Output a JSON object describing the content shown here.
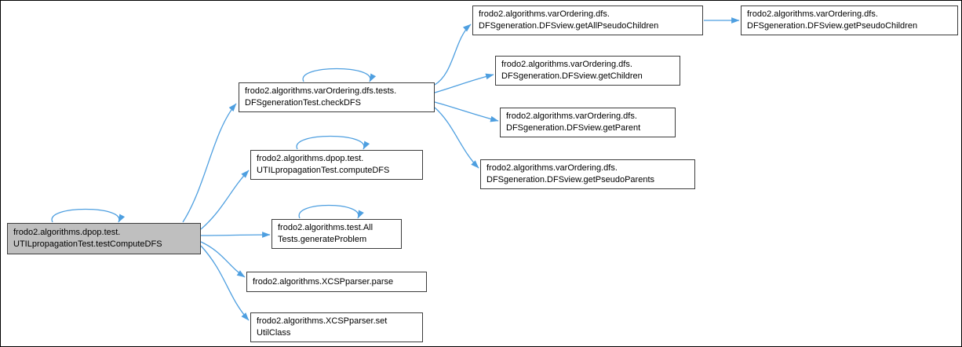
{
  "diagram": {
    "type": "call-graph",
    "colors": {
      "edge": "#4e9fe0",
      "node_bg": "#ffffff",
      "node_border": "#3c3c3c",
      "highlight_bg": "#bfbfbf",
      "background": "#ffffff",
      "frame": "#000000"
    },
    "nodes": [
      {
        "id": "testComputeDFS",
        "label": "frodo2.algorithms.dpop.test.\nUTILpropagationTest.testComputeDFS",
        "highlighted": true
      },
      {
        "id": "checkDFS",
        "label": "frodo2.algorithms.varOrdering.dfs.tests.\nDFSgenerationTest.checkDFS",
        "highlighted": false
      },
      {
        "id": "computeDFS",
        "label": "frodo2.algorithms.dpop.test.\nUTILpropagationTest.computeDFS",
        "highlighted": false
      },
      {
        "id": "generateProblem",
        "label": "frodo2.algorithms.test.All\nTests.generateProblem",
        "highlighted": false
      },
      {
        "id": "parse",
        "label": "frodo2.algorithms.XCSPparser.parse",
        "highlighted": false
      },
      {
        "id": "setUtilClass",
        "label": "frodo2.algorithms.XCSPparser.set\nUtilClass",
        "highlighted": false
      },
      {
        "id": "getAllPseudoChildren",
        "label": "frodo2.algorithms.varOrdering.dfs.\nDFSgeneration.DFSview.getAllPseudoChildren",
        "highlighted": false
      },
      {
        "id": "getPseudoChildren",
        "label": "frodo2.algorithms.varOrdering.dfs.\nDFSgeneration.DFSview.getPseudoChildren",
        "highlighted": false
      },
      {
        "id": "getChildren",
        "label": "frodo2.algorithms.varOrdering.dfs.\nDFSgeneration.DFSview.getChildren",
        "highlighted": false
      },
      {
        "id": "getParent",
        "label": "frodo2.algorithms.varOrdering.dfs.\nDFSgeneration.DFSview.getParent",
        "highlighted": false
      },
      {
        "id": "getPseudoParents",
        "label": "frodo2.algorithms.varOrdering.dfs.\nDFSgeneration.DFSview.getPseudoParents",
        "highlighted": false
      }
    ],
    "edges": [
      {
        "from": "testComputeDFS",
        "to": "testComputeDFS"
      },
      {
        "from": "testComputeDFS",
        "to": "checkDFS"
      },
      {
        "from": "testComputeDFS",
        "to": "computeDFS"
      },
      {
        "from": "testComputeDFS",
        "to": "generateProblem"
      },
      {
        "from": "testComputeDFS",
        "to": "parse"
      },
      {
        "from": "testComputeDFS",
        "to": "setUtilClass"
      },
      {
        "from": "checkDFS",
        "to": "checkDFS"
      },
      {
        "from": "checkDFS",
        "to": "getAllPseudoChildren"
      },
      {
        "from": "checkDFS",
        "to": "getChildren"
      },
      {
        "from": "checkDFS",
        "to": "getParent"
      },
      {
        "from": "checkDFS",
        "to": "getPseudoParents"
      },
      {
        "from": "computeDFS",
        "to": "computeDFS"
      },
      {
        "from": "generateProblem",
        "to": "generateProblem"
      },
      {
        "from": "getAllPseudoChildren",
        "to": "getPseudoChildren"
      }
    ]
  }
}
